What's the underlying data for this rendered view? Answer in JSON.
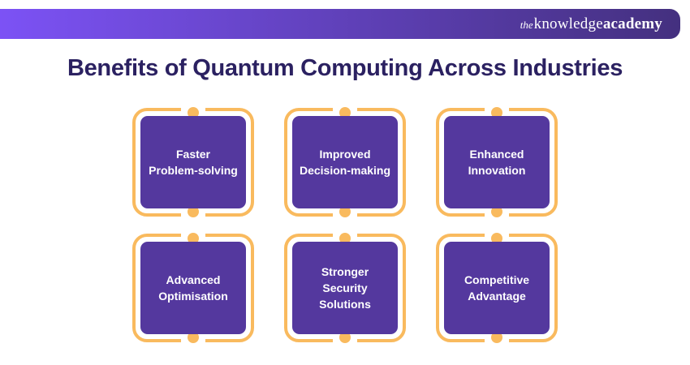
{
  "brand": {
    "logo_the": "the",
    "logo_knowledge": "knowledge",
    "logo_academy": "academy"
  },
  "title": "Benefits of Quantum Computing Across Industries",
  "cards": [
    {
      "label": "Faster\nProblem-solving"
    },
    {
      "label": "Improved\nDecision-making"
    },
    {
      "label": "Enhanced\nInnovation"
    },
    {
      "label": "Advanced\nOptimisation"
    },
    {
      "label": "Stronger\nSecurity\nSolutions"
    },
    {
      "label": "Competitive\nAdvantage"
    }
  ],
  "colors": {
    "banner_gradient_start": "#7C52F5",
    "banner_gradient_end": "#44307F",
    "card_purple": "#54389E",
    "frame_yellow": "#F9BA5E",
    "title_color": "#2B2161",
    "text_white": "#FFFFFF",
    "background": "#FFFFFF"
  }
}
